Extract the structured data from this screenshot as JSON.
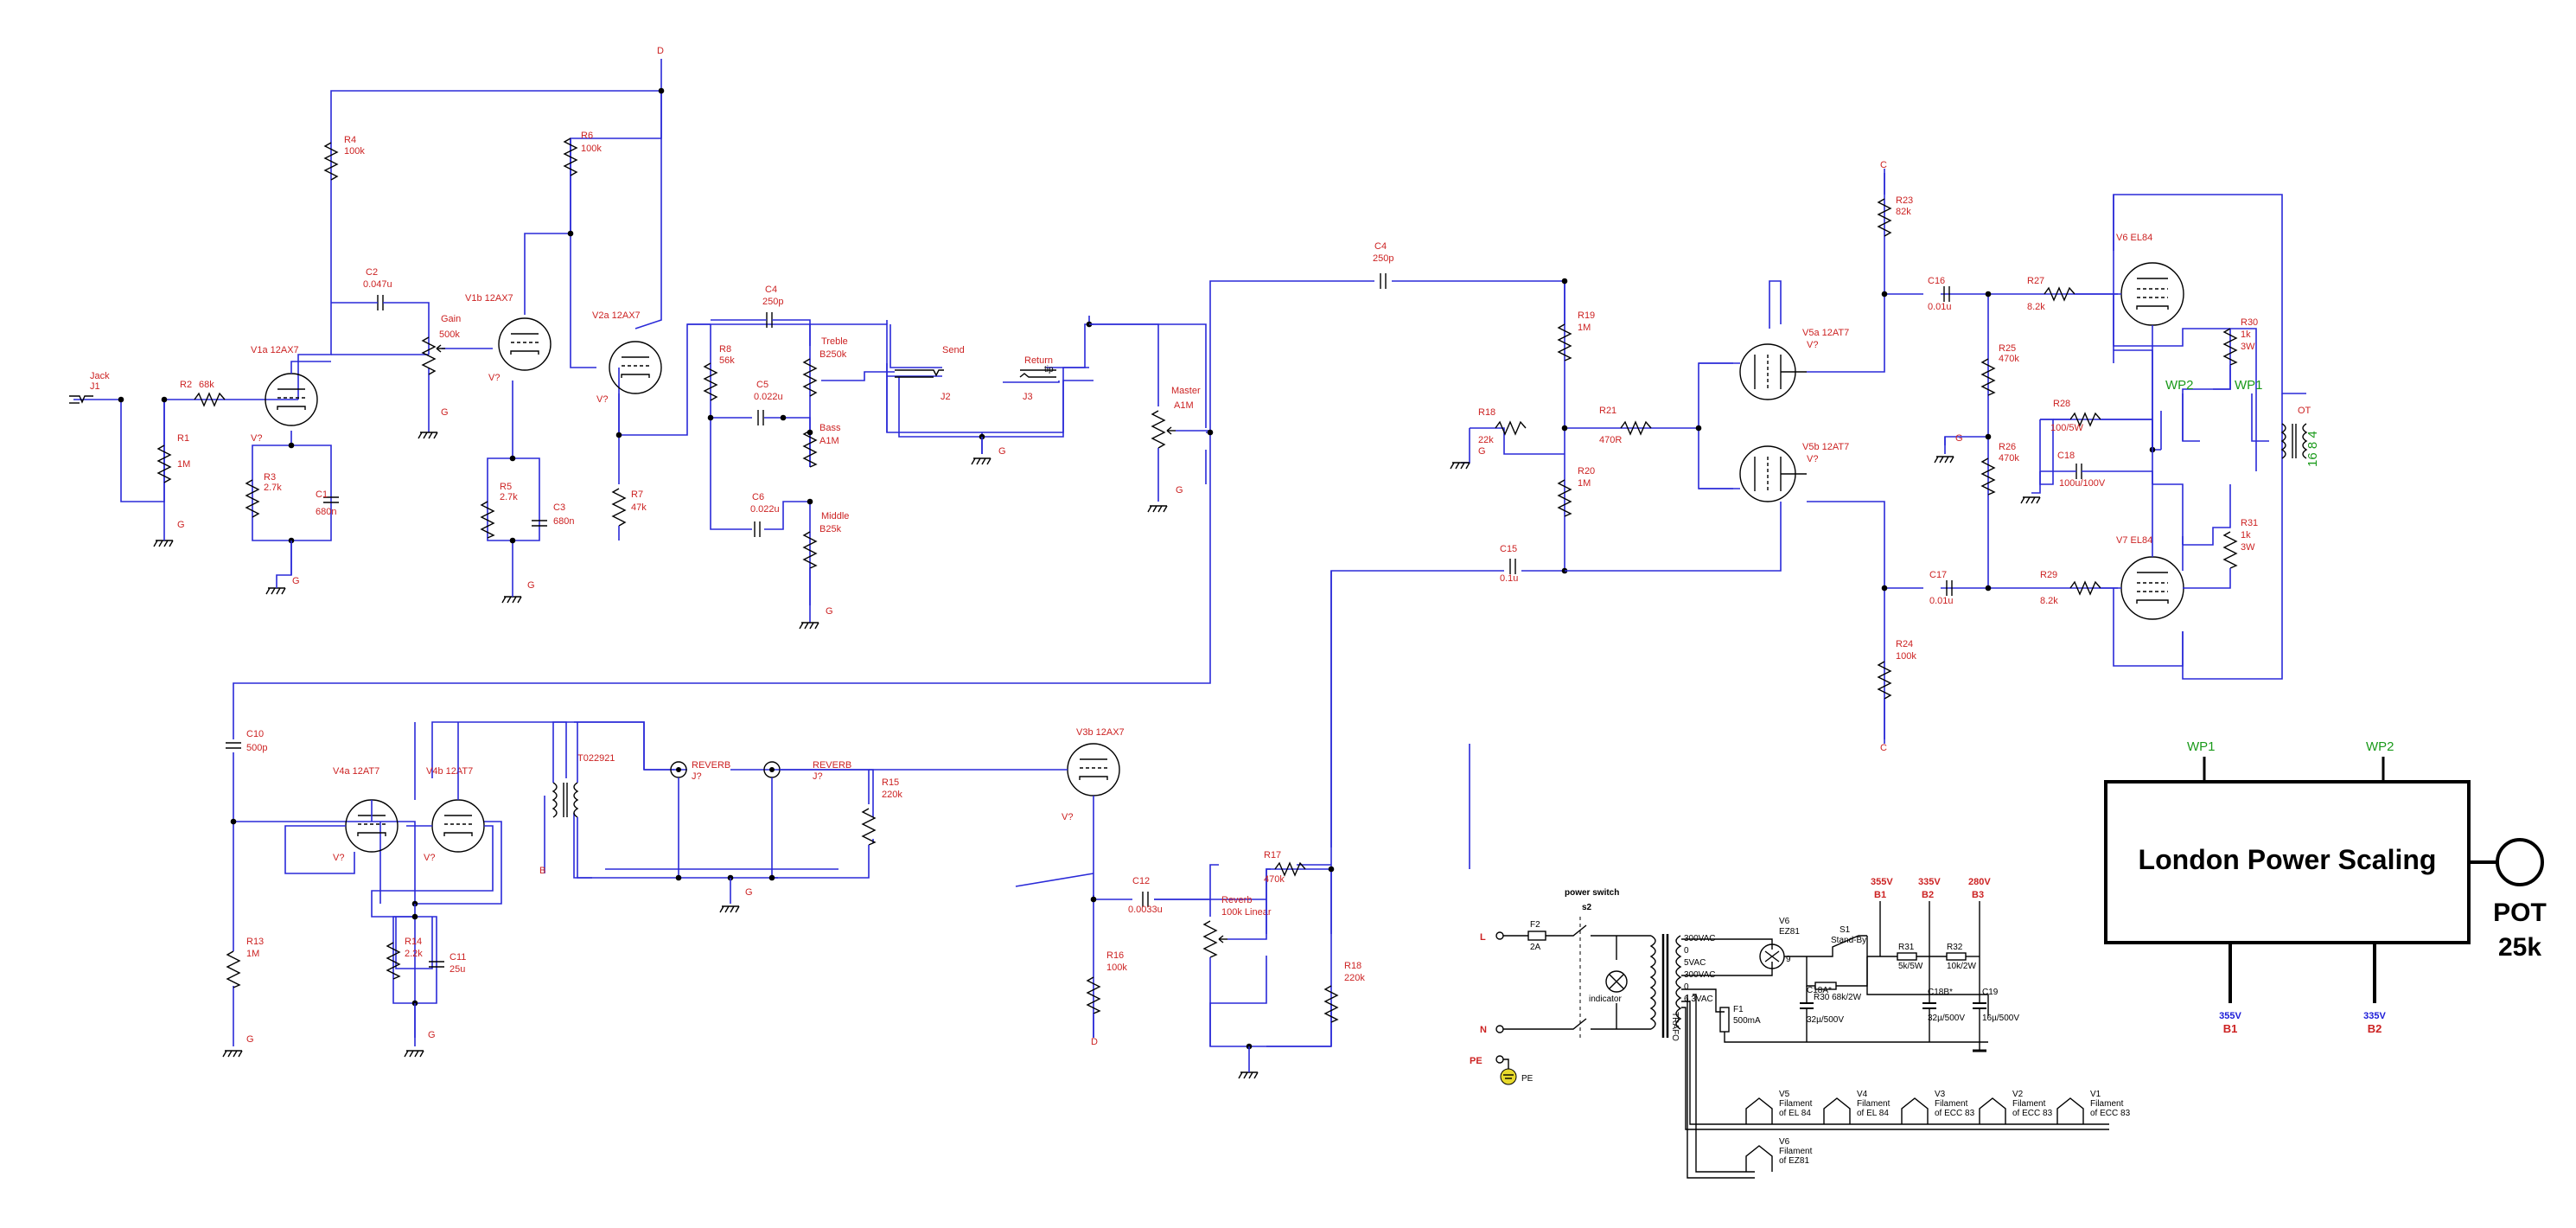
{
  "colors": {
    "wire": "#2a2ad8",
    "label": "#cc2222",
    "component": "#000000",
    "wp": "#1a9a1a",
    "rail_blue": "#1a1ad8",
    "rail_red": "#cc2222"
  },
  "nodes": {
    "D_top": "D",
    "C_top": "C",
    "C_bot": "C",
    "D_bot": "D",
    "B_v4": "B"
  },
  "input": {
    "jack": "Jack",
    "jack_ref": "J1",
    "r1": "R1",
    "r1_v": "1M",
    "r2": "R2",
    "r2_v": "68k",
    "g": "G"
  },
  "v1a": {
    "name": "V1a 12AX7",
    "vref": "V?",
    "r3": "R3",
    "r3_v": "2.7k",
    "c1": "C1",
    "c1_v": "680n",
    "g": "G"
  },
  "r4": {
    "n": "R4",
    "v": "100k"
  },
  "c2": {
    "n": "C2",
    "v": "0.047u"
  },
  "gain": {
    "n": "Gain",
    "v": "500k",
    "g": "G"
  },
  "v1b": {
    "name": "V1b 12AX7",
    "vref": "V?",
    "r5": "R5",
    "r5_v": "2.7k",
    "c3": "C3",
    "c3_v": "680n",
    "g": "G"
  },
  "r6": {
    "n": "R6",
    "v": "100k"
  },
  "v2a": {
    "name": "V2a 12AX7",
    "vref": "V?",
    "r7": "R7",
    "r7_v": "47k"
  },
  "tone": {
    "c4": "C4",
    "c4_v": "250p",
    "r8": "R8",
    "r8_v": "56k",
    "treble": "Treble",
    "treble_v": "B250k",
    "c5": "C5",
    "c5_v": "0.022u",
    "bass": "Bass",
    "bass_v": "A1M",
    "c6": "C6",
    "c6_v": "0.022u",
    "middle": "Middle",
    "middle_v": "B25k",
    "g": "G"
  },
  "loop": {
    "send": "Send",
    "send_ref": "J2",
    "ret": "Return",
    "ret_ref": "J3",
    "g": "G"
  },
  "master": {
    "n": "Master",
    "v": "A1M",
    "g": "G"
  },
  "c4b": {
    "n": "C4",
    "v": "250p"
  },
  "pi": {
    "r19": "R19",
    "r19_v": "1M",
    "r18": "R18",
    "r18_v": "22k",
    "g": "G",
    "r21": "R21",
    "r21_v": "470R",
    "r20": "R20",
    "r20_v": "1M",
    "v5a": "V5a 12AT7",
    "v5b": "V5b 12AT7",
    "vref": "V?",
    "c15": "C15",
    "c15_v": "0.1u"
  },
  "out": {
    "r23": "R23",
    "r23_v": "82k",
    "c16": "C16",
    "c16_v": "0.01u",
    "r27": "R27",
    "r27_v": "8.2k",
    "r25": "R25",
    "r25_v": "470k",
    "r26": "R26",
    "r26_v": "470k",
    "g": "G",
    "r28": "R28",
    "r28_v": "100/5W",
    "c18": "C18",
    "c18_v": "100u/100V",
    "c17": "C17",
    "c17_v": "0.01u",
    "r29": "R29",
    "r29_v": "8.2k",
    "r24": "R24",
    "r24_v": "100k",
    "v6": "V6 EL84",
    "v7": "V7 EL84",
    "r30": "R30",
    "r30_v": "1k",
    "r30_w": "3W",
    "r31": "R31",
    "r31_v": "1k",
    "r31_w": "3W",
    "wp1": "WP1",
    "wp2": "WP2",
    "ot": "OT",
    "ot_taps": "16 8 4"
  },
  "reverb": {
    "c10": "C10",
    "c10_v": "500p",
    "v4a": "V4a 12AT7",
    "v4b": "V4b 12AT7",
    "vref": "V?",
    "tr": "T022921",
    "rev_in": "REVERB",
    "rev_in_ref": "J?",
    "rev_out": "REVERB",
    "rev_out_ref": "J?",
    "r15": "R15",
    "r15_v": "220k",
    "r13": "R13",
    "r13_v": "1M",
    "r14": "R14",
    "r14_v": "2.2k",
    "c11": "C11",
    "c11_v": "25u",
    "g": "G",
    "v3b": "V3b 12AX7",
    "c12": "C12",
    "c12_v": "0.0033u",
    "r16": "R16",
    "r16_v": "100k",
    "rpot": "Reverb",
    "rpot_v": "100k Linear",
    "r17": "R17",
    "r17_v": "470k",
    "r18b": "R18",
    "r18b_v": "220k"
  },
  "psu": {
    "title": "power switch",
    "s2": "s2",
    "f2": "F2",
    "f2_v": "2A",
    "l": "L",
    "n": "N",
    "pe": "PE",
    "pe_small": "PE",
    "indicator": "indicator",
    "tx": "TRAFO",
    "taps": [
      "300VAC",
      "0",
      "5VAC",
      "300VAC",
      "0",
      "6.3VAC"
    ],
    "v6": "V6",
    "v6_t": "EZ81",
    "s1": "S1",
    "s1_t": "Stand-By",
    "r30": "R30 68k/2W",
    "f1": "F1",
    "f1_v": "500mA",
    "c18a": "C18A*",
    "c18a_v": "32µ/500V",
    "c18b": "C18B*",
    "c18b_v": "32µ/500V",
    "c19": "C19",
    "c19_v": "16µ/500V",
    "r31": "R31",
    "r31_v": "5k/5W",
    "r32": "R32",
    "r32_v": "10k/2W",
    "b1": "B1",
    "b1_v": "355V",
    "b2": "B2",
    "b2_v": "335V",
    "b3": "B3",
    "b3_v": "280V",
    "fil": [
      {
        "n": "V5",
        "t1": "Filament",
        "t2": "of EL 84"
      },
      {
        "n": "V4",
        "t1": "Filament",
        "t2": "of EL 84"
      },
      {
        "n": "V3",
        "t1": "Filament",
        "t2": "of ECC 83"
      },
      {
        "n": "V2",
        "t1": "Filament",
        "t2": "of ECC 83"
      },
      {
        "n": "V1",
        "t1": "Filament",
        "t2": "of ECC 83"
      },
      {
        "n": "V6",
        "t1": "Filament",
        "t2": "of EZ81"
      }
    ]
  },
  "lps": {
    "title": "London Power Scaling",
    "wp1": "WP1",
    "wp2": "WP2",
    "pot1": "POT",
    "pot2": "25k",
    "b1_v": "355V",
    "b1": "B1",
    "b2_v": "335V",
    "b2": "B2"
  }
}
